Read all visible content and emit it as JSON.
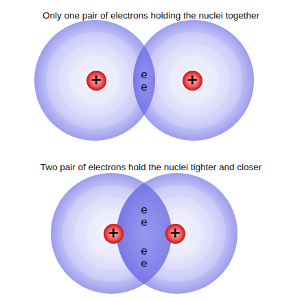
{
  "diagram": {
    "nodes": [
      {
        "text": [
          "+"
        ]
      },
      {
        "text": [
          "+"
        ]
      },
      {
        "text": [
          "+"
        ]
      },
      {
        "text": [
          "+"
        ]
      }
    ],
    "labels": [
      "Only one pair of electrons holding the nuclei together",
      "e",
      "e",
      "Two pair of electrons hold the nuclei tighter and closer",
      "e",
      "e",
      "e",
      "e"
    ]
  }
}
